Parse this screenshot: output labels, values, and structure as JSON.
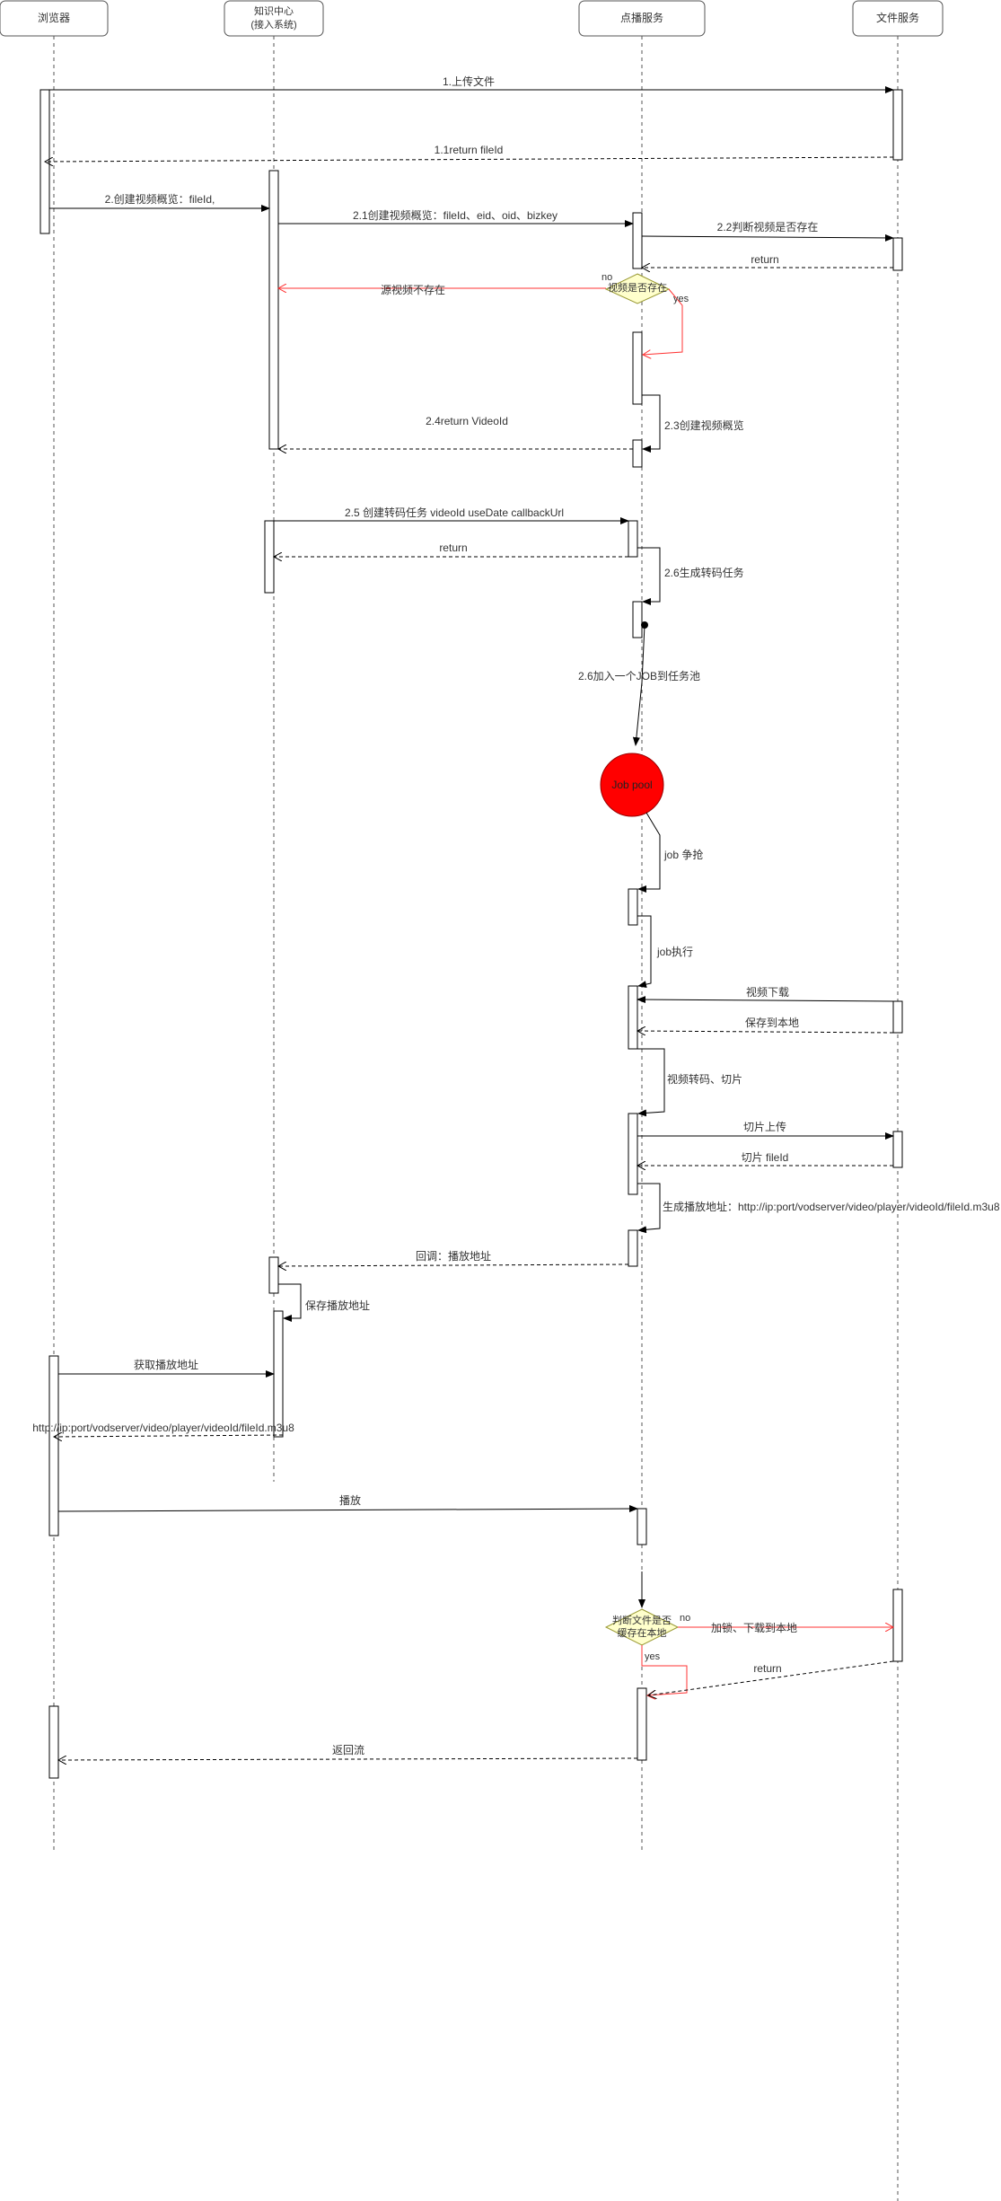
{
  "actors": {
    "browser": "浏览器",
    "knowledge_line1": "知识中心",
    "knowledge_line2": "(接入系统)",
    "vod": "点播服务",
    "file": "文件服务"
  },
  "messages": {
    "m1": "1.上传文件",
    "m1_1": "1.1return fileId",
    "m2": "2.创建视频概览：fileId,",
    "m2_1": "2.1创建视频概览：fileId、eid、oid、bizkey",
    "m2_2": "2.2判断视频是否存在",
    "m2_2_ret": "return",
    "decision1_line1": "no",
    "decision1_line2": "视频是否存在",
    "not_exist": "源视频不存在",
    "yes1": "yes",
    "m2_3": "2.3创建视频概览",
    "m2_4": "2.4return VideoId",
    "m2_5": "2.5 创建转码任务 videoId useDate callbackUrl",
    "m2_5_ret": "return",
    "m2_6": "2.6生成转码任务",
    "m2_6b": "2.6加入一个JOB到任务池",
    "job_pool": "Job pool",
    "job_grab": "job 争抢",
    "job_exec": "job执行",
    "download": "视频下载",
    "save_local": "保存到本地",
    "transcode": "视频转码、切片",
    "slice_upload": "切片上传",
    "slice_fileid": "切片 fileId",
    "gen_addr": "生成播放地址：http://ip:port/vodserver/video/player/videoId/fileId.m3u8",
    "callback": "回调：播放地址",
    "save_addr": "保存播放地址",
    "get_addr": "获取播放地址",
    "addr_ret": "http://ip:port/vodserver/video/player/videoId/fileId.m3u8",
    "play": "播放",
    "decision2_line1": "判断文件是否",
    "decision2_line2": "缓存在本地",
    "no2": "no",
    "lock_download": "加锁、下载到本地",
    "yes2": "yes",
    "return2": "return",
    "return_stream": "返回流"
  },
  "colors": {
    "job_pool_fill": "#ff0000",
    "alt_flow": "#ff3333",
    "diamond_fill": "#ffffcc"
  }
}
